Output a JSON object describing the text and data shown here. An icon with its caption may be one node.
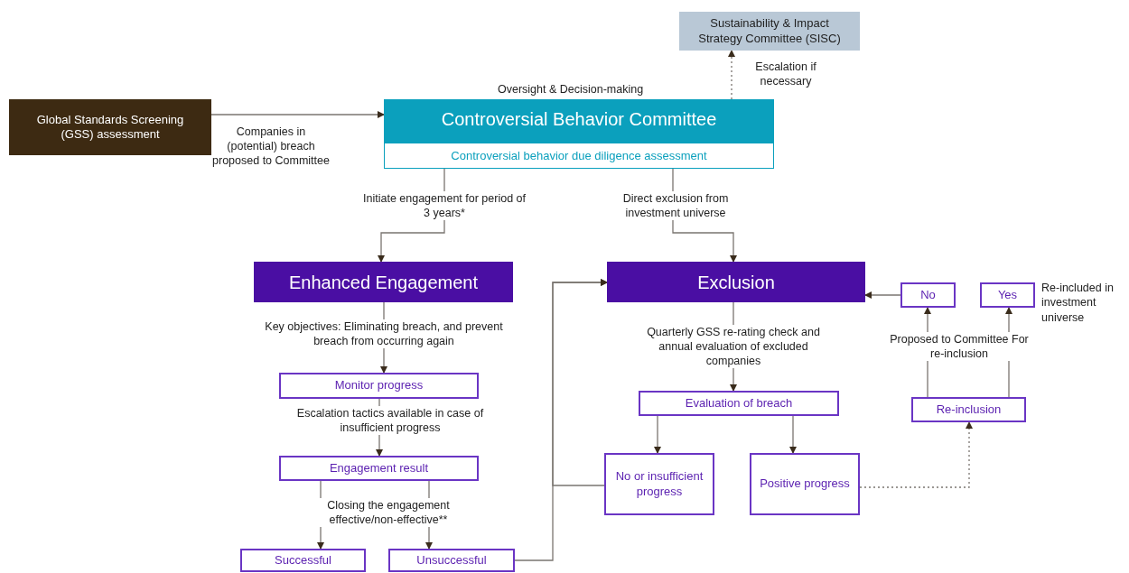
{
  "diagram": {
    "nodes": [
      {
        "text": [
          "Global Standards Screening (GSS) assessment"
        ]
      },
      {
        "text": [
          "Sustainability & Impact Strategy Committee (SISC)"
        ]
      },
      {
        "text": [
          "Controversial Behavior Committee"
        ]
      },
      {
        "text": [
          "Controversial behavior due diligence assessment"
        ],
        "in": 2
      },
      {
        "text": [
          "Enhanced Engagement"
        ]
      },
      {
        "text": [
          "Exclusion"
        ]
      },
      {
        "text": [
          "No"
        ]
      },
      {
        "text": [
          "Yes"
        ],
        "beside": [
          "Re-included in investment universe"
        ]
      },
      {
        "text": [
          "Monitor progress"
        ]
      },
      {
        "text": [
          "Engagement result"
        ]
      },
      {
        "text": [
          "Successful"
        ]
      },
      {
        "text": [
          "Unsuccessful"
        ]
      },
      {
        "text": [
          "Evaluation of breach"
        ]
      },
      {
        "text": [
          "No or insufficient progress"
        ]
      },
      {
        "text": [
          "Positive progress"
        ]
      },
      {
        "text": [
          "Re-inclusion"
        ]
      }
    ],
    "edges": [
      {
        "from": 0,
        "to": 2,
        "arrow": "to",
        "label": "Companies in (potential) breach proposed to Committee"
      },
      {
        "from": 2,
        "to": 1,
        "arrow": "to",
        "style": "dashed",
        "label": "Escalation if necessary"
      },
      {
        "from": 3,
        "to": 4,
        "arrow": "to",
        "label": "Initiate engagement for period of 3 years*"
      },
      {
        "from": 3,
        "to": 5,
        "arrow": "to",
        "label": "Direct exclusion from investment universe"
      },
      {
        "from": 4,
        "to": 8,
        "arrow": "to",
        "label": "Key objectives: Eliminating breach, and prevent breach from occurring again"
      },
      {
        "from": 8,
        "to": 9,
        "arrow": "to",
        "label": "Escalation tactics available in case of insufficient progress"
      },
      {
        "from": 9,
        "to": 10,
        "arrow": "to"
      },
      {
        "from": 9,
        "to": 11,
        "arrow": "to",
        "label": "Closing the engagement effective/non-effective**"
      },
      {
        "from": 11,
        "to": 5,
        "arrow": "to"
      },
      {
        "from": 13,
        "to": 5,
        "arrow": "to"
      },
      {
        "from": 5,
        "to": 12,
        "arrow": "to",
        "label": "Quarterly GSS re-rating check and annual evaluation of excluded companies"
      },
      {
        "from": 12,
        "to": 13,
        "arrow": "to"
      },
      {
        "from": 12,
        "to": 14,
        "arrow": "to"
      },
      {
        "from": 14,
        "to": 15,
        "arrow": "to",
        "style": "dashed"
      },
      {
        "from": 15,
        "to": 6,
        "arrow": "to",
        "label": "Proposed to Committee For re-inclusion"
      },
      {
        "from": 15,
        "to": 7,
        "arrow": "to"
      },
      {
        "from": 6,
        "to": 5,
        "arrow": "to"
      }
    ],
    "labels": [
      "Oversight & Decision-making"
    ]
  }
}
